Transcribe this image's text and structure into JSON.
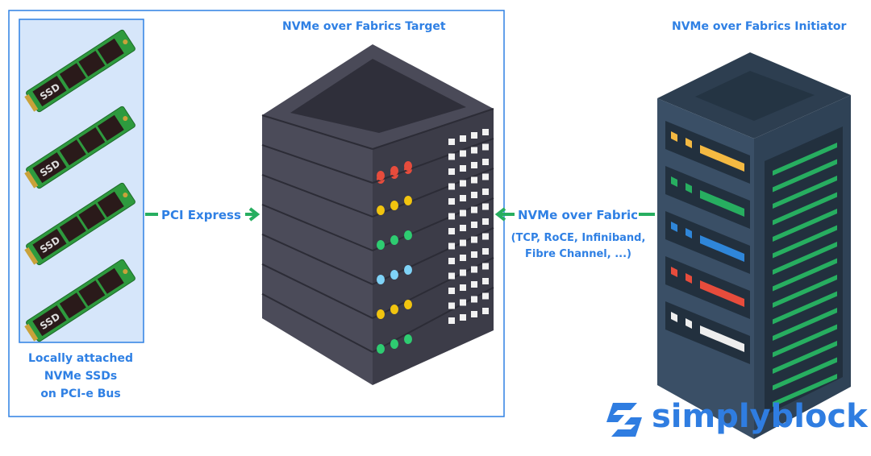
{
  "labels": {
    "target_title": "NVMe over Fabrics Target",
    "initiator_title": "NVMe over Fabrics Initiator",
    "pci_express": "PCI Express",
    "fabric": "NVMe over Fabric",
    "fabric_protocols_1": "(TCP, RoCE, Infiniband,",
    "fabric_protocols_2": "Fibre Channel, ...)",
    "ssd_caption_1": "Locally attached",
    "ssd_caption_2": "NVMe SSDs",
    "ssd_caption_3": "on PCI-e Bus",
    "ssd_chip_text": "SSD"
  },
  "logo": {
    "text": "simplyblock",
    "color": "#2f7de1"
  },
  "colors": {
    "accent_blue": "#2f80e4",
    "arrow_green": "#27ae60",
    "ssd_panel_bg": "#d6e6fa",
    "target_led_rows": [
      "#e74c3c",
      "#f1c40f",
      "#2ecc71",
      "#7fd3f7",
      "#f1c40f",
      "#2ecc71"
    ],
    "initiator_bays": [
      "#f4b942",
      "#27ae60",
      "#2f86d9",
      "#e74c3c",
      "#eeeeee"
    ]
  }
}
